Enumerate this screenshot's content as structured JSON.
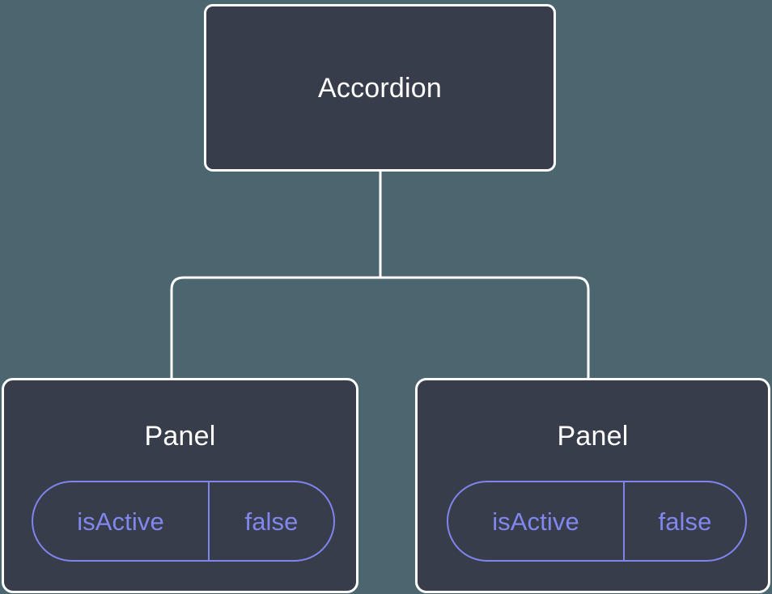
{
  "diagram": {
    "type": "component-tree",
    "background_color": "#4c666f",
    "node_fill_color": "#383d4b",
    "node_border_color": "#ffffff",
    "edge_color": "#ffffff",
    "node_label_color": "#ffffff",
    "prop_accent_color": "#7f85ee"
  },
  "root": {
    "label": "Accordion"
  },
  "children": [
    {
      "label": "Panel",
      "props": [
        {
          "name": "isActive",
          "value": "false"
        }
      ]
    },
    {
      "label": "Panel",
      "props": [
        {
          "name": "isActive",
          "value": "false"
        }
      ]
    }
  ]
}
